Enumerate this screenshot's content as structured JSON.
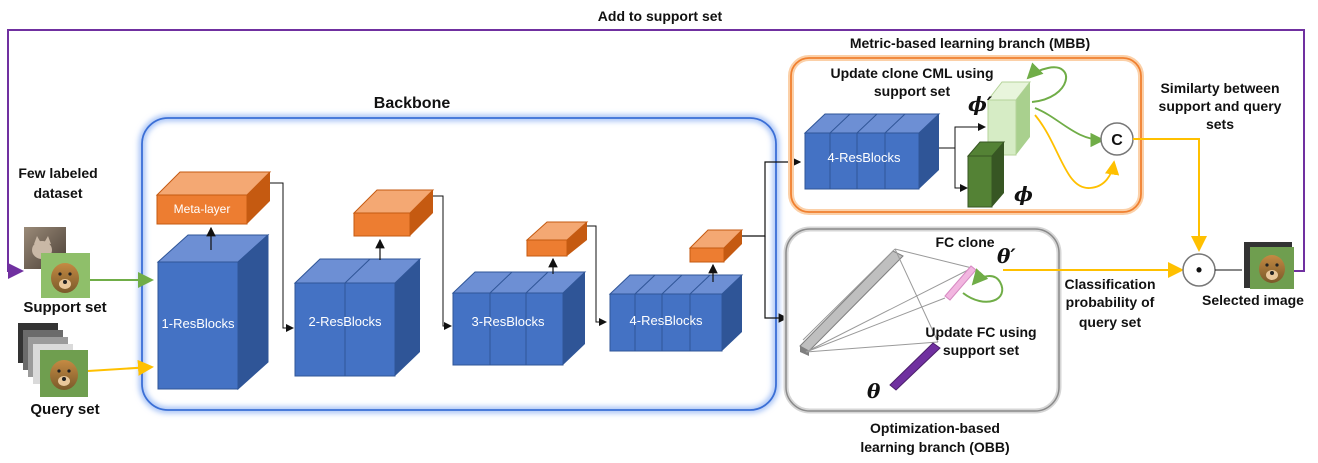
{
  "labels": {
    "add_support": "Add to support set",
    "mbb_title": "Metric-based learning branch (MBB)",
    "update_clone_1": "Update clone CML using",
    "update_clone_2": "support set",
    "backbone": "Backbone",
    "few_labeled_1": "Few labeled",
    "few_labeled_2": "dataset",
    "support_set": "Support set",
    "query_set": "Query set",
    "meta_layer": "Meta-layer",
    "rb1": "1-ResBlocks",
    "rb2": "2-ResBlocks",
    "rb3": "3-ResBlocks",
    "rb4": "4-ResBlocks",
    "mbb_rb4": "4-ResBlocks",
    "phi_prime": "ϕ′",
    "phi": "ϕ",
    "compare": "C",
    "similarity_1": "Similarty between",
    "similarity_2": "support and query",
    "similarity_3": "sets",
    "fc_clone": "FC clone",
    "theta_prime": "θ′",
    "theta": "θ",
    "update_fc_1": "Update FC using",
    "update_fc_2": "support set",
    "obb_1": "Optimization-based",
    "obb_2": "learning branch (OBB)",
    "classif_1": "Classification",
    "classif_2": "probability of",
    "classif_3": "query set",
    "dot": "•",
    "selected_image": "Selected image"
  },
  "colors": {
    "block_front": "#4472c4",
    "block_top": "#6d8fd4",
    "block_side": "#2f5597",
    "meta_front": "#ed7d31",
    "meta_top": "#f4a873",
    "meta_side": "#c55a11",
    "support_arrow": "#70ad47",
    "query_arrow": "#ffc000",
    "feedback_arrow": "#7030a0",
    "backbone_border": "#3b6fd6",
    "mbb_border": "#f08030",
    "obb_border": "#9a9a9a"
  },
  "icons": [
    "cat-dog-photo",
    "dog-photo",
    "query-photo-stack",
    "selected-dog-photo"
  ]
}
